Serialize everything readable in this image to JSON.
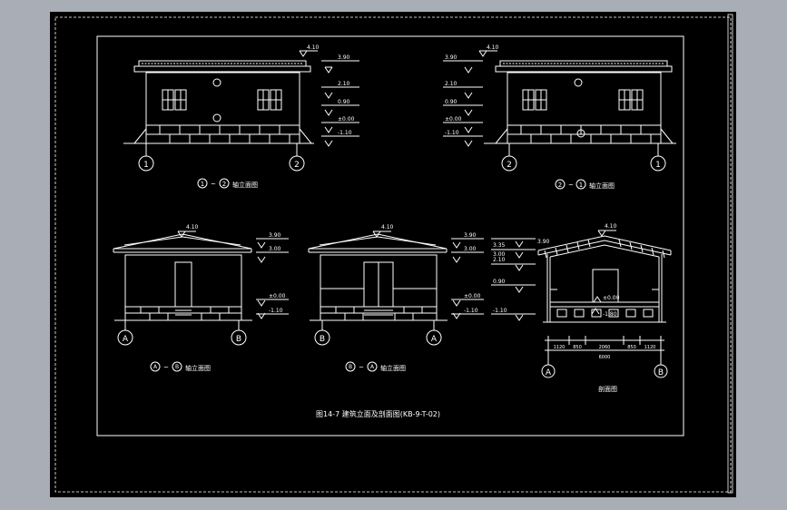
{
  "colors": {
    "workspace": "#a9aeb6",
    "paper": "#000000",
    "line": "#ffffff"
  },
  "title": "图14-7  建筑立面及剖面图(KB-9-T-02)",
  "views": {
    "v1": {
      "caption": "轴立面图",
      "axes": [
        "1",
        "2"
      ],
      "elevations": [
        "4.10",
        "3.90",
        "2.10",
        "0.90",
        "±0.00",
        "-1.10"
      ]
    },
    "v2": {
      "caption": "轴立面图",
      "axes": [
        "2",
        "1"
      ],
      "elevations": [
        "4.10",
        "3.90",
        "2.10",
        "0.90",
        "±0.00",
        "-1.10"
      ]
    },
    "v3": {
      "caption": "轴立面图",
      "axes": [
        "A",
        "B"
      ],
      "elevations": [
        "4.10",
        "3.90",
        "3.00",
        "±0.00",
        "-1.10"
      ]
    },
    "v4": {
      "caption": "轴立面图",
      "axes": [
        "B",
        "A"
      ],
      "elevations": [
        "4.10",
        "3.90",
        "3.00",
        "±0.00",
        "-1.10"
      ]
    },
    "v5": {
      "caption": "剖面图",
      "axes": [
        "A",
        "B"
      ],
      "elevations": [
        "4.10",
        "3.90",
        "3.35",
        "3.00",
        "2.10",
        "0.90",
        "-1.10"
      ],
      "inner_elevations": [
        "±0.00",
        "-1.80"
      ],
      "dims": [
        "1120",
        "850",
        "2060",
        "850",
        "1120"
      ],
      "total": "6000"
    }
  }
}
